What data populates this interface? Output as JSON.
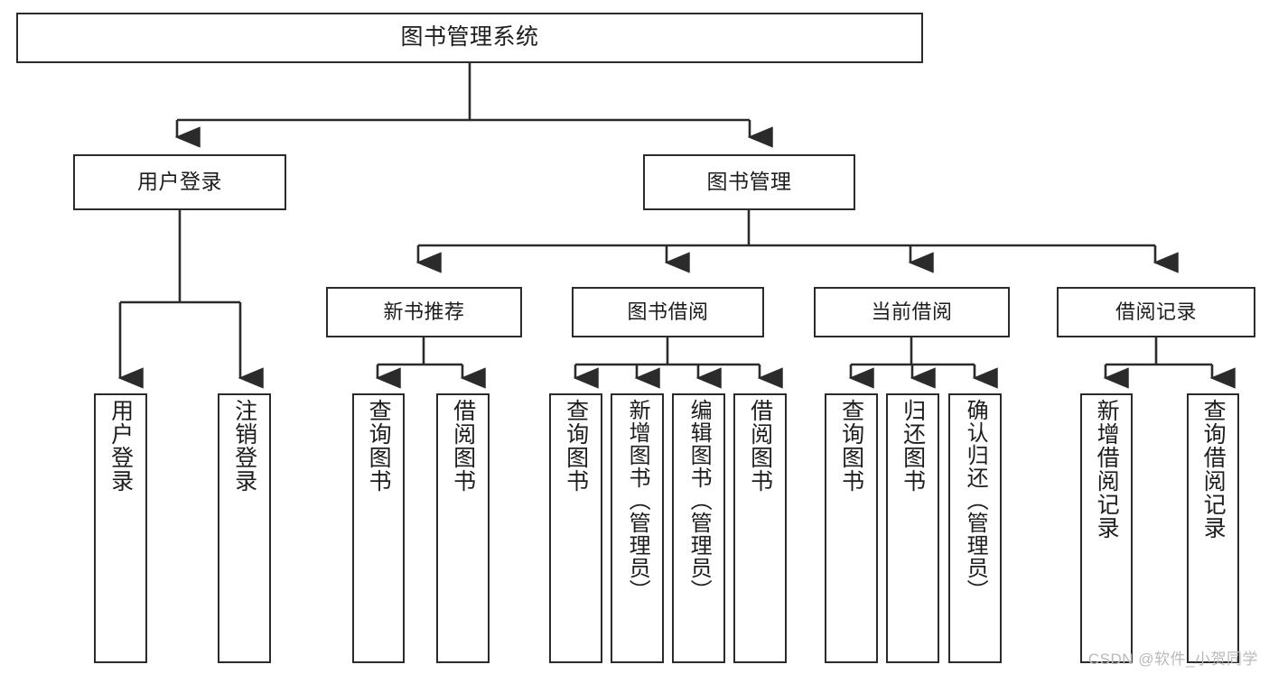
{
  "diagram": {
    "title": "图书管理系统",
    "type": "hierarchy-tree",
    "root": {
      "label": "图书管理系统"
    },
    "level1": [
      {
        "label": "用户登录"
      },
      {
        "label": "图书管理"
      }
    ],
    "level2": [
      {
        "label": "新书推荐"
      },
      {
        "label": "图书借阅"
      },
      {
        "label": "当前借阅"
      },
      {
        "label": "借阅记录"
      }
    ],
    "leaves": {
      "user_login": [
        {
          "label": "用户登录"
        },
        {
          "label": "注销登录"
        }
      ],
      "new_book_recommend": [
        {
          "label": "查询图书"
        },
        {
          "label": "借阅图书"
        }
      ],
      "book_borrow": [
        {
          "label": "查询图书"
        },
        {
          "label": "新增图书（管理员）"
        },
        {
          "label": "编辑图书（管理员）"
        },
        {
          "label": "借阅图书"
        }
      ],
      "current_borrow": [
        {
          "label": "查询图书"
        },
        {
          "label": "归还图书"
        },
        {
          "label": "确认归还（管理员）"
        }
      ],
      "borrow_record": [
        {
          "label": "新增借阅记录"
        },
        {
          "label": "查询借阅记录"
        }
      ]
    }
  },
  "watermark": {
    "text": "CSDN @软件_小贺同学"
  },
  "colors": {
    "stroke": "#2b2b2b",
    "box_fill": "#ffffff",
    "text": "#1d1d1d",
    "watermark": "#b9b9b9",
    "background": "#ffffff"
  }
}
